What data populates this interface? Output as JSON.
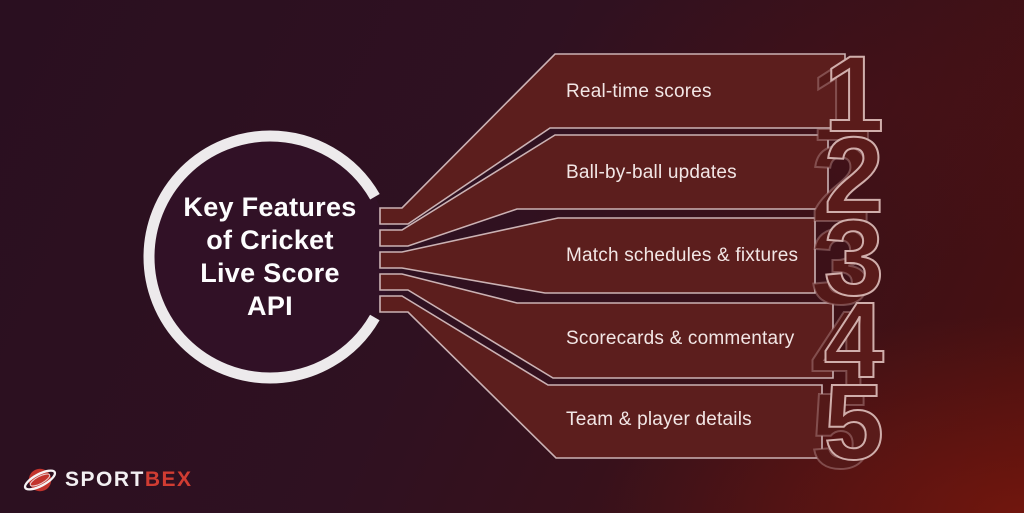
{
  "title": {
    "lines": [
      "Key Features",
      "of Cricket",
      "Live Score",
      "API"
    ]
  },
  "features": [
    {
      "number": "1",
      "label": "Real-time scores"
    },
    {
      "number": "2",
      "label": "Ball-by-ball updates"
    },
    {
      "number": "3",
      "label": "Match schedules & fixtures"
    },
    {
      "number": "4",
      "label": "Scorecards & commentary"
    },
    {
      "number": "5",
      "label": "Team & player details"
    }
  ],
  "logo": {
    "brand_primary": "SPORT",
    "brand_accent": "BEX"
  },
  "colors": {
    "background_top_left": "#2a0f20",
    "background_bottom_right": "#4b100f",
    "banner_fill": "#5c1e1d",
    "banner_outline": "#cbb2b4",
    "circle_ring": "#edeaec",
    "number_fill": "#5a1b1a",
    "number_outline": "#d0aeab",
    "brand_red": "#d13c32",
    "text_light": "#f2e6e5"
  }
}
